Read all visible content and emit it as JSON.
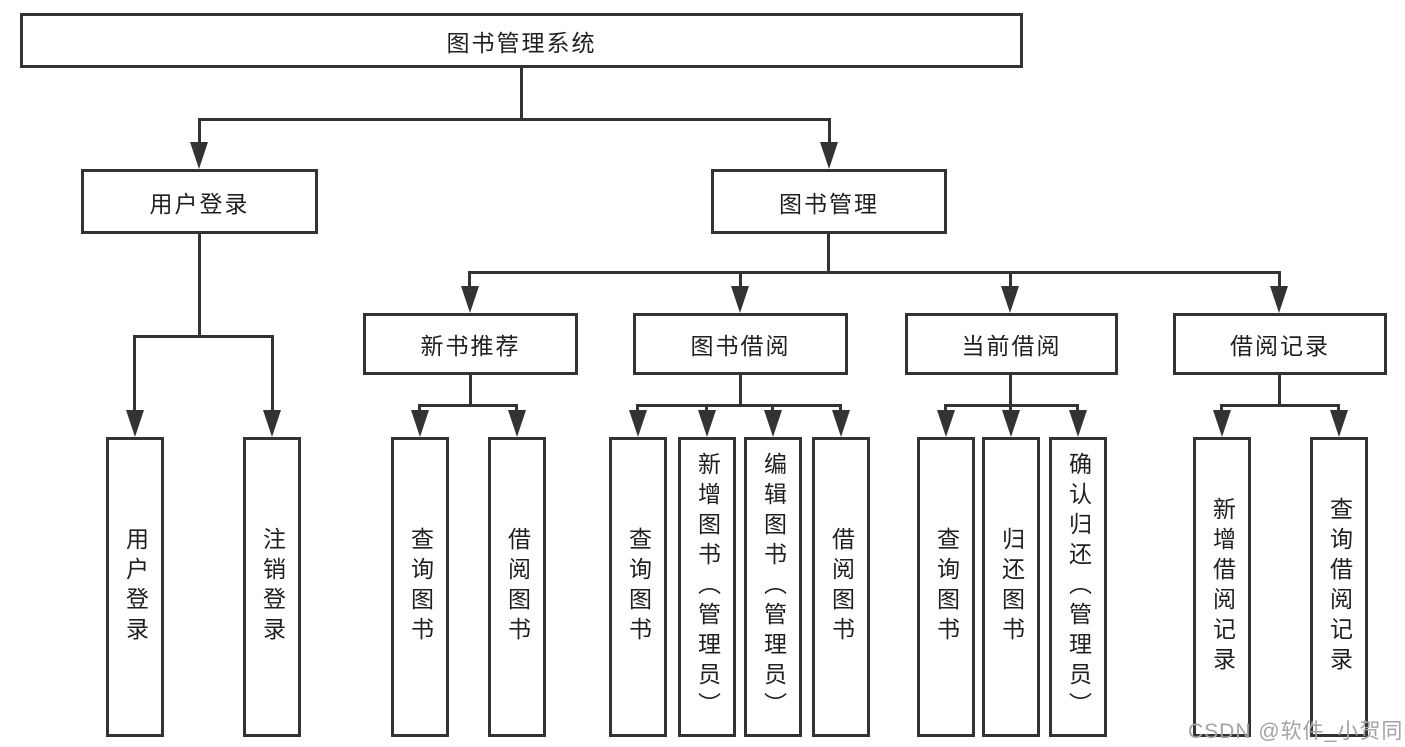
{
  "tree": {
    "root": {
      "label": "图书管理系统"
    },
    "branches": [
      {
        "label": "用户登录",
        "children": [
          {
            "label": "用户登录"
          },
          {
            "label": "注销登录"
          }
        ]
      },
      {
        "label": "图书管理",
        "children": [
          {
            "label": "新书推荐",
            "children": [
              {
                "label": "查询图书"
              },
              {
                "label": "借阅图书"
              }
            ]
          },
          {
            "label": "图书借阅",
            "children": [
              {
                "label": "查询图书"
              },
              {
                "label": "新增图书（管理员）"
              },
              {
                "label": "编辑图书（管理员）"
              },
              {
                "label": "借阅图书"
              }
            ]
          },
          {
            "label": "当前借阅",
            "children": [
              {
                "label": "查询图书"
              },
              {
                "label": "归还图书"
              },
              {
                "label": "确认归还（管理员）"
              }
            ]
          },
          {
            "label": "借阅记录",
            "children": [
              {
                "label": "新增借阅记录"
              },
              {
                "label": "查询借阅记录"
              }
            ]
          }
        ]
      }
    ]
  },
  "watermark": {
    "text": "CSDN @软件_小贺同学"
  },
  "colors": {
    "line": "#333333",
    "text": "#1f1f1f",
    "watermark": "#a3a3a3",
    "background": "#ffffff"
  }
}
